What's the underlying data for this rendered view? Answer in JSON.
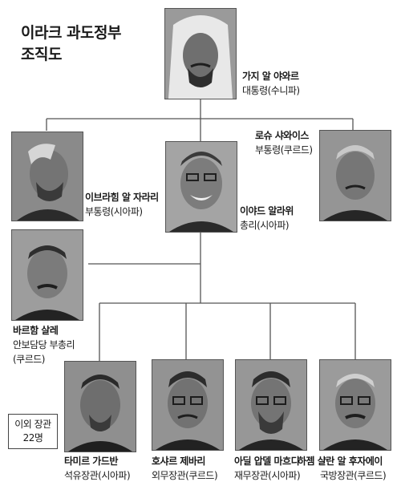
{
  "title": {
    "line1": "이라크 과도정부",
    "line2": "조직도"
  },
  "people": {
    "president": {
      "name": "가지 알 야와르",
      "role": "대통령(수니파)"
    },
    "vp_jaafari": {
      "name": "이브라힘 알 자라리",
      "role": "부통령(시아파)"
    },
    "pm_allawi": {
      "name": "이야드 알라위",
      "role": "총리(시아파)"
    },
    "vp_shaways": {
      "name": "로슈 샤와이스",
      "role": "부통령(쿠르드)"
    },
    "dpm_saleh": {
      "name": "바르함 살레",
      "role_line1": "안보담당 부총리",
      "role_line2": "(쿠르드)"
    },
    "oil": {
      "name": "타미르 가드반",
      "role": "석유장관(시아파)"
    },
    "foreign": {
      "name": "호샤르 제바리",
      "role": "외무장관(쿠르드)"
    },
    "finance": {
      "name": "아딜 압델 마흐디",
      "role": "재무장관(시아파)"
    },
    "defense": {
      "name": "하젬 샬란 알 후자에이",
      "role": "국방장관(쿠르드)"
    }
  },
  "note": {
    "line1": "이외 장관",
    "line2": "22명"
  }
}
